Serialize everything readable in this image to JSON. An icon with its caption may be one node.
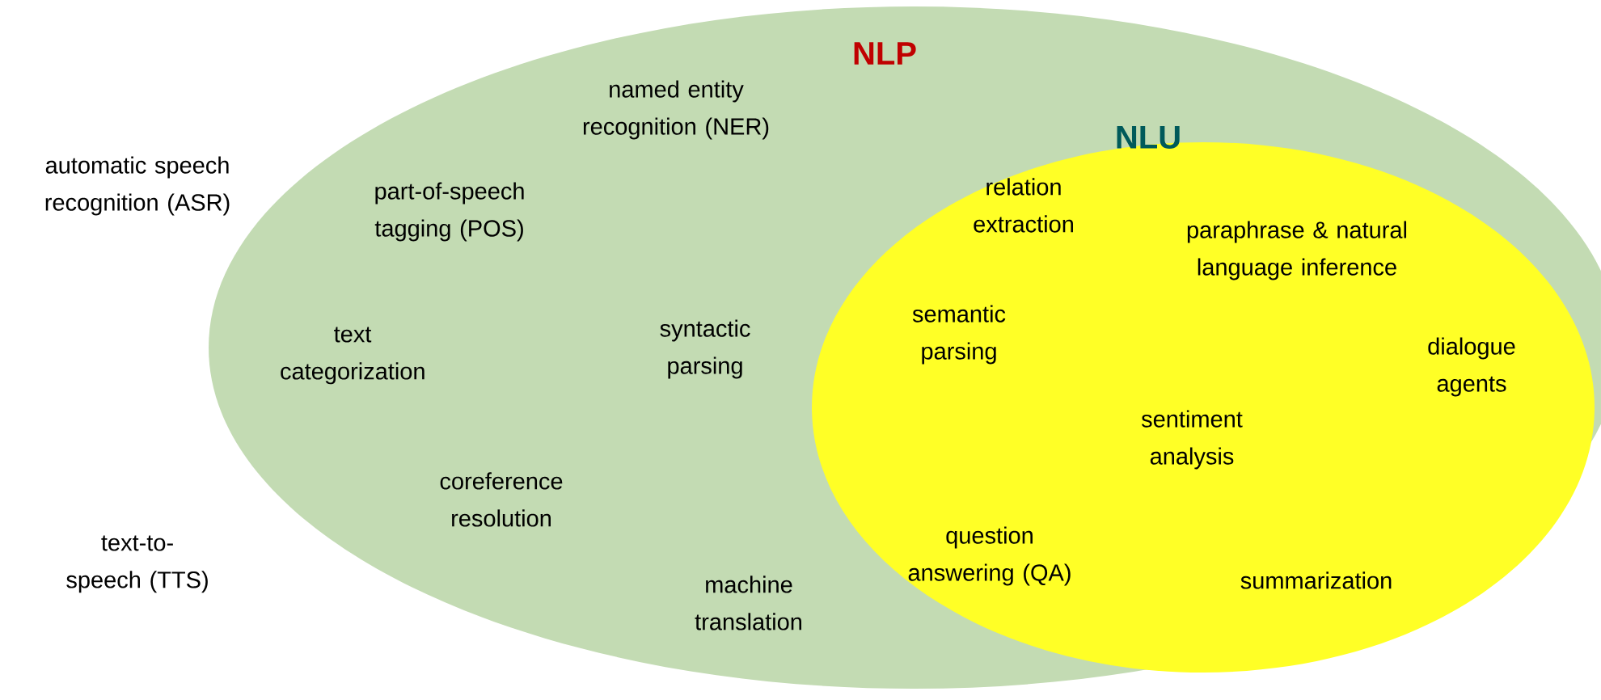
{
  "diagram": {
    "nodes": [
      {
        "text": [
          "NLP"
        ]
      },
      {
        "text": [
          "NLU"
        ],
        "in": 0
      }
    ],
    "labels": [
      "named entity recognition (NER)",
      "automatic speech recognition (ASR)",
      "part-of-speech tagging (POS)",
      "relation extraction",
      "paraphrase & natural language inference",
      "text categorization",
      "syntactic parsing",
      "semantic parsing",
      "dialogue agents",
      "coreference resolution",
      "sentiment analysis",
      "text-to-speech (TTS)",
      "machine translation",
      "question answering (QA)",
      "summarization"
    ]
  }
}
